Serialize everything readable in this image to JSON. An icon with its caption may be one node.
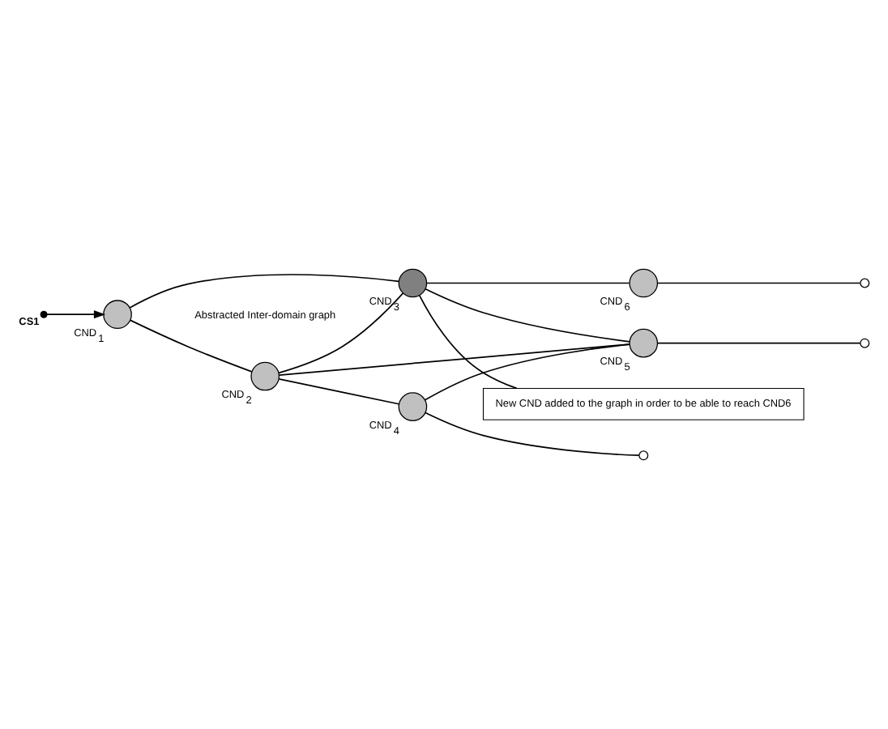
{
  "diagram": {
    "nodes": [
      {
        "text": [],
        "shape": "dot",
        "beside": [
          "CS1"
        ]
      },
      {
        "text": [],
        "shape": "circle",
        "beside": [
          "CND$_{1}$"
        ]
      },
      {
        "text": [],
        "shape": "circle",
        "beside": [
          "CND$_{2}$"
        ]
      },
      {
        "text": [],
        "shape": "circle",
        "beside": [
          "CND$_{3}$"
        ]
      },
      {
        "text": [],
        "shape": "circle",
        "beside": [
          "CND$_{4}$"
        ]
      },
      {
        "text": [],
        "shape": "circle",
        "beside": [
          "CND$_{5}$"
        ]
      },
      {
        "text": [],
        "shape": "circle",
        "beside": [
          "CND$_{6}$"
        ]
      },
      {
        "text": [],
        "shape": "circle"
      },
      {
        "text": [],
        "shape": "circle"
      },
      {
        "text": [],
        "shape": "circle"
      },
      {
        "text": [
          "New CND added to the graph in order to be able to reach CND6"
        ]
      }
    ],
    "edges": [
      {
        "from": 0,
        "to": 1,
        "arrow": "to"
      },
      {
        "from": 1,
        "to": 2,
        "arrow": "none"
      },
      {
        "from": 1,
        "to": 3,
        "arrow": "none"
      },
      {
        "from": 2,
        "to": 3,
        "arrow": "none"
      },
      {
        "from": 2,
        "to": 4,
        "arrow": "none"
      },
      {
        "from": 2,
        "to": 5,
        "arrow": "none"
      },
      {
        "from": 3,
        "to": 5,
        "arrow": "none"
      },
      {
        "from": 4,
        "to": 5,
        "arrow": "none"
      },
      {
        "from": 3,
        "to": 6,
        "arrow": "none"
      },
      {
        "from": 4,
        "to": 7,
        "arrow": "none"
      },
      {
        "from": 5,
        "to": 8,
        "arrow": "none"
      },
      {
        "from": 6,
        "to": 9,
        "arrow": "none"
      },
      {
        "from": 10,
        "to": 3,
        "arrow": "none"
      }
    ],
    "labels": [
      "Abstracted Inter-domain graph"
    ]
  }
}
